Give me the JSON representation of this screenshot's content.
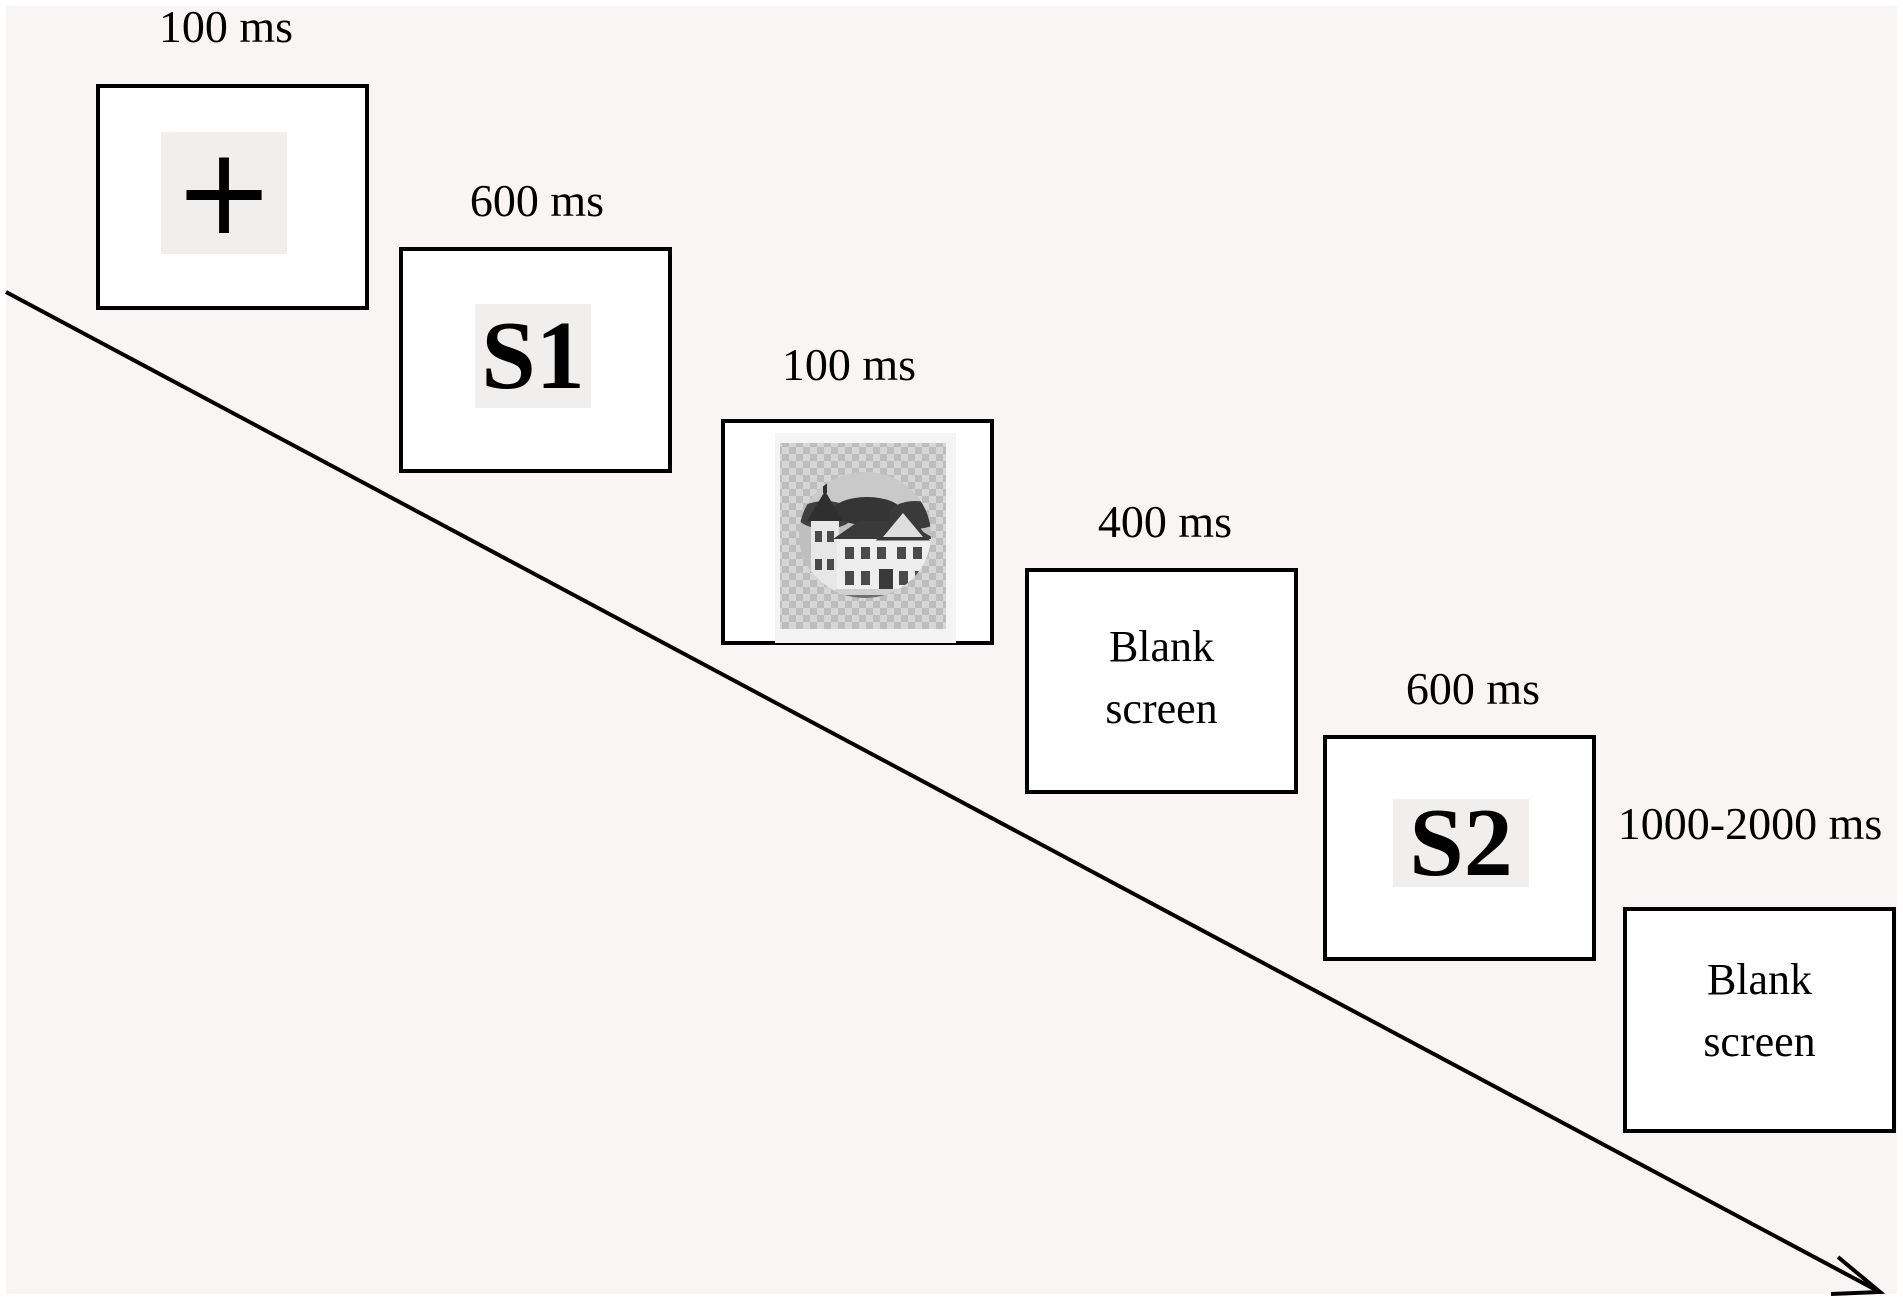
{
  "steps": [
    {
      "duration": "100 ms",
      "content": "+",
      "type": "fixation"
    },
    {
      "duration": "600 ms",
      "content": "S1",
      "type": "stimulus"
    },
    {
      "duration": "100 ms",
      "content": "",
      "type": "image",
      "image": "house-photo"
    },
    {
      "duration": "400 ms",
      "content_lines": [
        "Blank",
        "screen"
      ],
      "type": "blank"
    },
    {
      "duration": "600 ms",
      "content": "S2",
      "type": "stimulus"
    },
    {
      "duration": "1000-2000 ms",
      "content_lines": [
        "Blank",
        "screen"
      ],
      "type": "blank"
    }
  ],
  "colors": {
    "background": "#f8f5f4",
    "screen": "#ffffff",
    "stroke": "#000000"
  }
}
